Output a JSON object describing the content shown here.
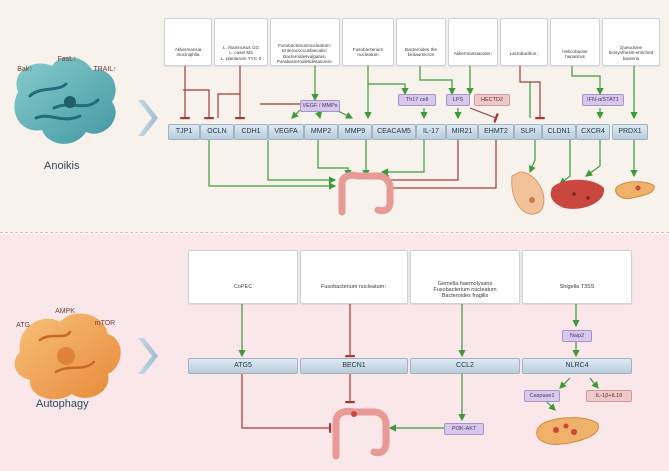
{
  "anoikis": {
    "title": "Anoikis",
    "markers": [
      "Bak↑",
      "FasL↑",
      "TRAIL↑"
    ],
    "bacteria": [
      {
        "label": "Akkermansia\nmuciniphila"
      },
      {
        "label": "L. rhamnosus GG\nL. casei M3\nL. plantarum YYC-3"
      },
      {
        "label": "Fusobacteriumnucleatum↑\nEnterococcusfaecalis↑\nBacteroidesvulgatus↓\nParabacteroidesdistasonis↓"
      },
      {
        "label": "Fusobacterium\nnucleatum"
      },
      {
        "label": "Bacteroides the\nbiotaomicron"
      },
      {
        "label": "Akkermansiaceae↓"
      },
      {
        "label": "Lactobacillus↓"
      },
      {
        "label": "Helicobacter\nhepaticus"
      },
      {
        "label": "Queuosine\nbiosynthesis-enriched\nbacteria"
      }
    ],
    "mediators": [
      "VEGF / MMPs",
      "Th17 cell",
      "LPS",
      "HECTD2",
      "IFN-α/STAT1"
    ],
    "genes": [
      "TJP1",
      "OCLN",
      "CDH1",
      "VEGFA",
      "MMP2",
      "MMP9",
      "CEACAM5",
      "IL-17",
      "MIR21",
      "EHMT2",
      "SLPI",
      "CLDN1",
      "CXCR4",
      "PRDX1"
    ]
  },
  "autophagy": {
    "title": "Autophagy",
    "markers": [
      "ATG",
      "AMPK",
      "mTOR"
    ],
    "bacteria": [
      {
        "label": "CoPEC"
      },
      {
        "label": "Fusobacterium nucleatum↑"
      },
      {
        "label": "Gemella haemolysans\nFusobacterium nucleatum\nBacteroides fragilis"
      },
      {
        "label": "Shigella T3SS"
      }
    ],
    "genes": [
      "ATG5",
      "BECN1",
      "CCL2",
      "NLRC4"
    ],
    "mediators": [
      "Naip2",
      "Caspase1",
      "IL-1β+IL18",
      "PI3K-AKT"
    ]
  },
  "colors": {
    "arrow_green": "#3c9a3c",
    "inhibit_red": "#a33a3a",
    "mediator_purple": "#d8c8ec",
    "gene_blue": "#c4d6e5"
  }
}
